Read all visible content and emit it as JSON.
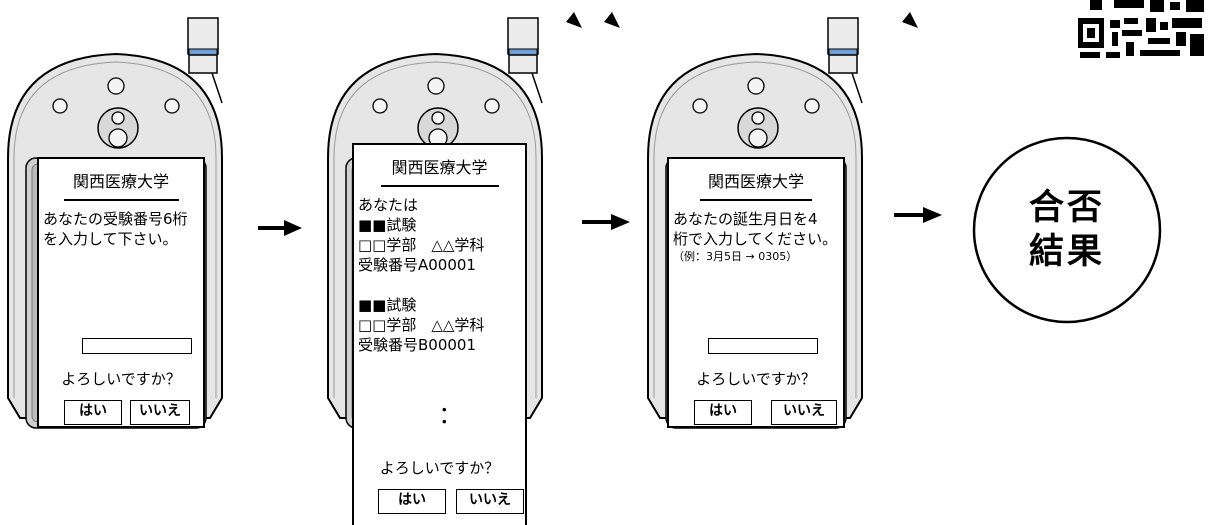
{
  "colors": {
    "ink": "#000000",
    "phone_body": "#ececec",
    "phone_shade": "#d4d4d4",
    "antenna_band": "#6fa0d6",
    "background": "#ffffff"
  },
  "icons": [
    "phone-illustration",
    "arrow-right-icon",
    "qr-code-icon"
  ],
  "screens": [
    {
      "title": "関西医療大学",
      "lines": [
        "あなたの受験番号6桁",
        "を入力して下さい。"
      ],
      "prompt": "よろしいですか？",
      "yes": "はい",
      "no": "いいえ"
    },
    {
      "title": "関西医療大学",
      "lines": [
        "あなたは",
        "■■試験",
        "□□学部　△△学科",
        "受験番号A00001",
        "",
        "■■試験",
        "□□学部　△△学科",
        "受験番号B00001"
      ],
      "dots": "．\n．",
      "prompt": "よろしいですか？",
      "yes": "はい",
      "no": "いいえ"
    },
    {
      "title": "関西医療大学",
      "lines": [
        "あなたの誕生月日を4",
        "桁で入力してください。"
      ],
      "note": "（例：3月5日 → 0305）",
      "prompt": "よろしいですか？",
      "yes": "はい",
      "no": "いいえ"
    }
  ],
  "result": {
    "line1": "合否",
    "line2": "結果"
  }
}
